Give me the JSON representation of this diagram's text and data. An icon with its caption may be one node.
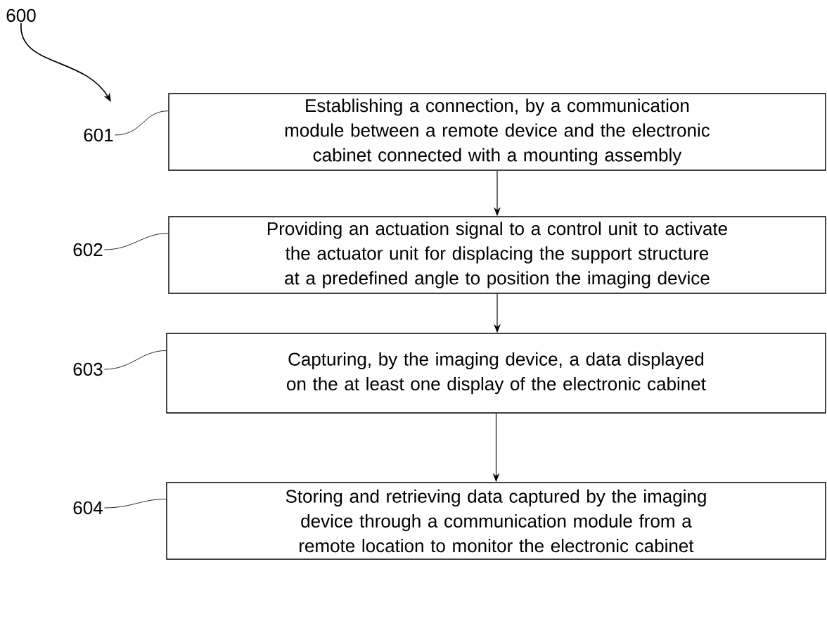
{
  "diagram": {
    "nodes": [
      {
        "text": [
          "600"
        ]
      },
      {
        "text": [
          "Establishing a connection, by a communication module between a remote device and the electronic cabinet connected with a mounting assembly"
        ]
      },
      {
        "text": [
          "601"
        ]
      },
      {
        "text": [
          "Providing an actuation signal to a control unit to activate the actuator unit for displacing the support structure at a predefined angle to position the imaging device"
        ]
      },
      {
        "text": [
          "602"
        ]
      },
      {
        "text": [
          "Capturing, by the imaging device, a data displayed on the at least one display of the electronic cabinet"
        ]
      },
      {
        "text": [
          "603"
        ]
      },
      {
        "text": [
          "Storing and retrieving data captured by the imaging device through a communication module from a remote location to monitor the electronic cabinet"
        ]
      },
      {
        "text": [
          "604"
        ]
      }
    ],
    "edges": [
      {
        "from": 0,
        "to": null,
        "arrow": "to"
      },
      {
        "from": 2,
        "to": 1,
        "arrow": "none"
      },
      {
        "from": 1,
        "to": 3,
        "arrow": "to"
      },
      {
        "from": 4,
        "to": 3,
        "arrow": "none"
      },
      {
        "from": 3,
        "to": 5,
        "arrow": "to"
      },
      {
        "from": 6,
        "to": 5,
        "arrow": "none"
      },
      {
        "from": 5,
        "to": 7,
        "arrow": "to"
      },
      {
        "from": 8,
        "to": 7,
        "arrow": "none"
      }
    ]
  }
}
